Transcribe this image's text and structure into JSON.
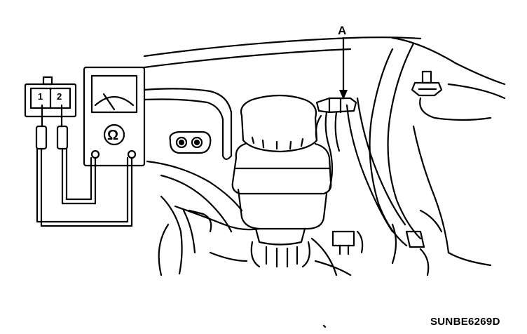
{
  "labels": {
    "callout": "A",
    "connector_pin_1": "1",
    "connector_pin_2": "2",
    "meter_unit": "Ω",
    "figure_code": "SUNBE6269D"
  },
  "colors": {
    "line": "#000000",
    "background": "#ffffff"
  }
}
